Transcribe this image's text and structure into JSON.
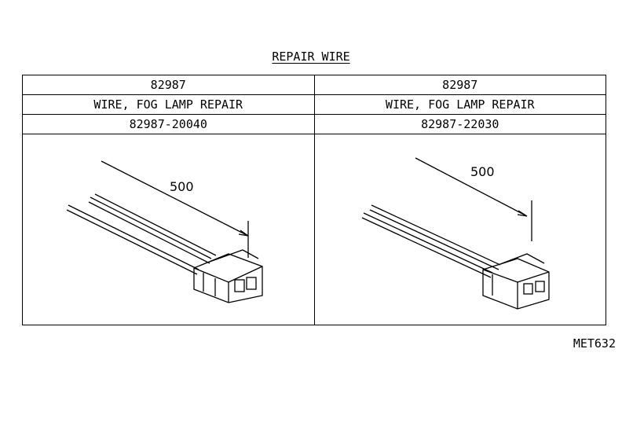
{
  "title": "REPAIR WIRE",
  "columns": [
    {
      "code": "82987",
      "description": "WIRE, FOG LAMP REPAIR",
      "part_number": "82987-20040",
      "length_label": "500"
    },
    {
      "code": "82987",
      "description": "WIRE, FOG LAMP REPAIR",
      "part_number": "82987-22030",
      "length_label": "500"
    }
  ],
  "reference": "MET632"
}
